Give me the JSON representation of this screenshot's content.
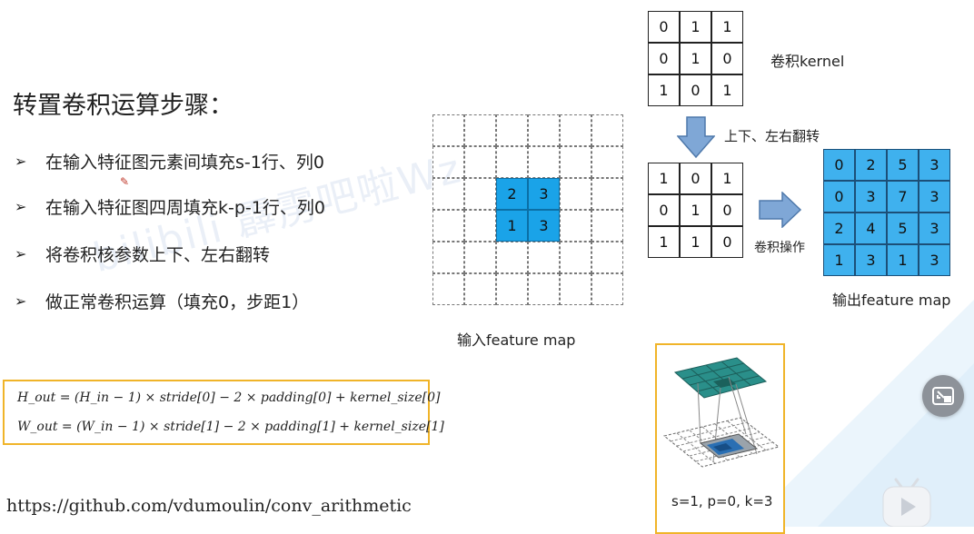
{
  "title": "转置卷积运算步骤：",
  "watermark": "bilibili 霹雳吧啦Wz",
  "steps": [
    "在输入特征图元素间填充s-1行、列0",
    "在输入特征图四周填充k-p-1行、列0",
    "将卷积核参数上下、左右翻转",
    "做正常卷积运算（填充0，步距1）"
  ],
  "bullet_glyph": "➢",
  "formulas": {
    "h": "H_out = (H_in − 1) × stride[0] − 2 × padding[0] + kernel_size[0]",
    "w": "W_out = (W_in − 1) × stride[1] − 2 × padding[1] + kernel_size[1]"
  },
  "url": "https://github.com/vdumoulin/conv_arithmetic",
  "input_map": {
    "caption": "输入feature map",
    "values": [
      [
        "2",
        "3"
      ],
      [
        "1",
        "3"
      ]
    ]
  },
  "kernel": {
    "caption": "卷积kernel",
    "values": [
      [
        "0",
        "1",
        "1"
      ],
      [
        "0",
        "1",
        "0"
      ],
      [
        "1",
        "0",
        "1"
      ]
    ]
  },
  "flip_label": "上下、左右翻转",
  "flipped_kernel": {
    "values": [
      [
        "1",
        "0",
        "1"
      ],
      [
        "0",
        "1",
        "0"
      ],
      [
        "1",
        "1",
        "0"
      ]
    ]
  },
  "conv_label": "卷积操作",
  "output_map": {
    "caption": "输出feature map",
    "values": [
      [
        "0",
        "2",
        "5",
        "3"
      ],
      [
        "0",
        "3",
        "7",
        "3"
      ],
      [
        "2",
        "4",
        "5",
        "3"
      ],
      [
        "1",
        "3",
        "1",
        "3"
      ]
    ]
  },
  "animation_caption": "s=1, p=0, k=3",
  "colors": {
    "input_fill": "#1aa3e8",
    "output_fill": "#3fb1ee",
    "arrow_fill": "#7fa7d6",
    "box_border": "#f0b429"
  },
  "icons": {
    "floating_button": "minimize-window-icon",
    "player_badge": "play-icon"
  }
}
